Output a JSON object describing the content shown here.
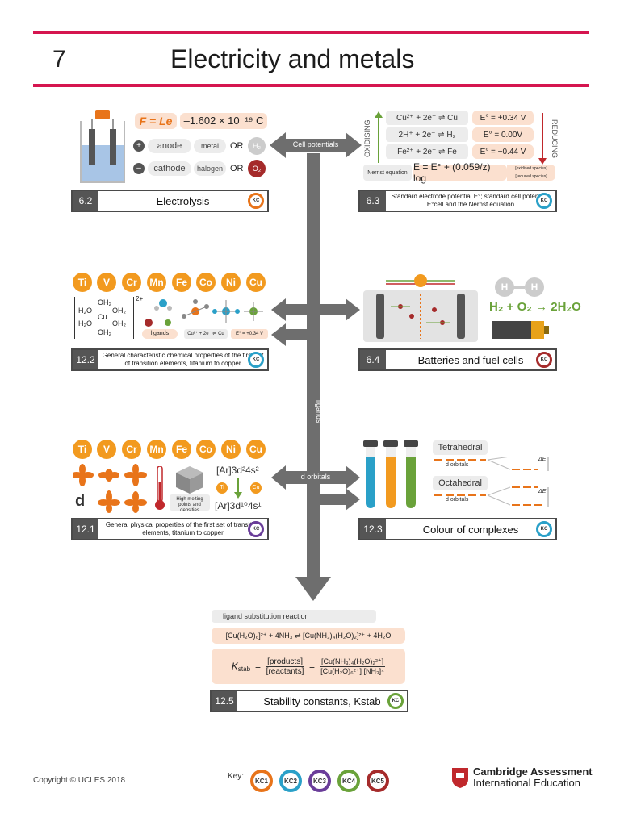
{
  "header": {
    "chapter_number": "7",
    "chapter_title": "Electricity and metals"
  },
  "sections": {
    "electrolysis": {
      "number": "6.2",
      "title": "Electrolysis",
      "kc": "KC"
    },
    "cell_potentials": {
      "number": "6.3",
      "title": "Standard electrode potential E°; standard cell potentials E°cell and the Nernst equation",
      "kc": "KC"
    },
    "transition_chem": {
      "number": "12.2",
      "title": "General characteristic chemical properties of the first set of transition elements, titanium to copper",
      "kc": "KC"
    },
    "batteries": {
      "number": "6.4",
      "title": "Batteries and fuel cells",
      "kc": "KC"
    },
    "transition_phys": {
      "number": "12.1",
      "title": "General physical properties of the first set of transition elements, titanium to copper",
      "kc": "KC"
    },
    "colour": {
      "number": "12.3",
      "title": "Colour of complexes",
      "kc": "KC"
    },
    "stability": {
      "number": "12.5",
      "title": "Stability constants, Kstab",
      "kc": "KC"
    }
  },
  "electrolysis_panel": {
    "faraday": "F = Le",
    "charge": "–1.602 × 10⁻¹⁹ C",
    "plus": "+",
    "anode": "anode",
    "metal": "metal",
    "or1": "OR",
    "h2": "H₂",
    "minus": "–",
    "cathode": "cathode",
    "halogen": "halogen",
    "or2": "OR",
    "o2": "O₂"
  },
  "potentials_panel": {
    "oxidising": "OXIDISING",
    "reducing": "REDUCING",
    "rows": [
      {
        "eq": "Cu²⁺ + 2e⁻ ⇌ Cu",
        "e": "E° = +0.34 V"
      },
      {
        "eq": "2H⁺ + 2e⁻ ⇌ H₂",
        "e": "E° = 0.00V"
      },
      {
        "eq": "Fe²⁺ + 2e⁻ ⇌ Fe",
        "e": "E° = −0.44 V"
      }
    ],
    "nernst_label": "Nernst equation",
    "nernst": "E = E° + (0.059/z) log",
    "oxidised": "[oxidised species]",
    "reduced": "[reduced species]"
  },
  "arrow_labels": {
    "cell_potentials": "Cell potentials",
    "ligands": "ligands",
    "d_orbitals": "d orbitals"
  },
  "elements": [
    "Ti",
    "V",
    "Cr",
    "Mn",
    "Fe",
    "Co",
    "Ni",
    "Cu"
  ],
  "chem_panel": {
    "h2o_a": "H₂O",
    "oh2_top": "OH₂",
    "oh2_b": "OH₂",
    "cu": "Cu",
    "h2o_c": "H₂O",
    "oh2_d": "OH₂",
    "oh2_bot": "OH₂",
    "charge": "2+",
    "ligands": "ligands",
    "cu_eq": "Cu²⁺ + 2e⁻ ⇌ Cu",
    "e_val": "E° = +0.34 V"
  },
  "battery_panel": {
    "fuel_eq": "H₂ + O₂ → 2H₂O",
    "h": "H"
  },
  "phys_panel": {
    "d": "d",
    "config1": "[Ar]3d²4s²",
    "config2": "[Ar]3d¹⁰4s¹",
    "ti": "Ti",
    "cu": "Cu",
    "melting": "High melting points and densities"
  },
  "colour_panel": {
    "tetrahedral": "Tetrahedral",
    "octahedral": "Octahedral",
    "d_orbitals_1": "d orbitals",
    "d_orbitals_2": "d orbitals",
    "delta_e1": "ΔE",
    "delta_e2": "ΔE"
  },
  "stability_panel": {
    "subst_label": "ligand substitution reaction",
    "reaction": "[Cu(H₂O)₆]²⁺ + 4NH₃ ⇌ [Cu(NH₃)₄(H₂O)₂]²⁺ + 4H₂O",
    "kstab": "K",
    "kstab_sub": "stab",
    "eq": "=",
    "products": "[products]",
    "reactants": "[reactants]",
    "eq2": "=",
    "num": "[Cu(NH₃)₄(H₂O)₂²⁺]",
    "den": "[Cu(H₂O)₆²⁺] [NH₃]⁴"
  },
  "footer": {
    "copyright": "Copyright © UCLES 2018",
    "key": "Key:",
    "key_items": [
      "KC1",
      "KC2",
      "KC3",
      "KC4",
      "KC5"
    ],
    "org1": "Cambridge Assessment",
    "org2": "International Education"
  },
  "colors": {
    "accent": "#d5154f",
    "orange": "#f29a1f",
    "grey_arrow": "#6e6e6e",
    "kc1": "#e8741a",
    "kc2": "#2aa0c8",
    "kc3": "#6a3d99",
    "kc4": "#6aa23a",
    "kc5": "#a52b2b"
  }
}
